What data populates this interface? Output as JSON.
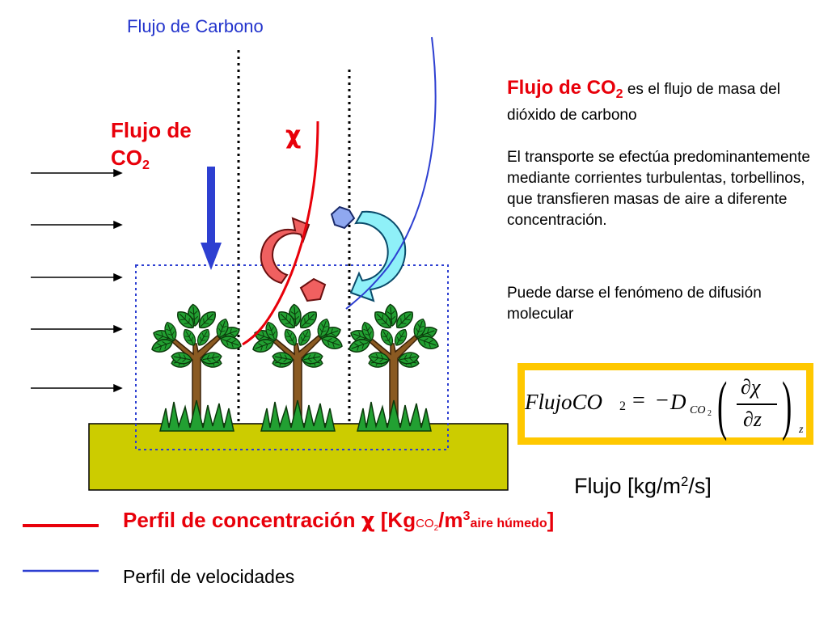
{
  "title_top": "Flujo de Carbono",
  "flow_label": {
    "line1": "Flujo de",
    "line2_main": "CO",
    "line2_sub": "2"
  },
  "chi_symbol": "χ",
  "description": {
    "p1_bold": "Flujo de CO",
    "p1_bold_sub": "2",
    "p1_rest": " es el flujo de masa del dióxido de carbono",
    "p2": "El transporte se efectúa predominantemente mediante corrientes turbulentas, torbellinos, que transfieren masas de aire a diferente concentración.",
    "p3": "Puede darse el fenómeno de difusión molecular"
  },
  "formula": {
    "lhs": "FlujoCO",
    "lhs_sub": "2",
    "equals": "=",
    "minus": "−",
    "coef": "D",
    "coef_sub": "CO",
    "coef_sub2": "2",
    "partial_num": "∂χ",
    "partial_den": "∂z",
    "paren_sub": "z"
  },
  "units": {
    "prefix": "Flujo  [kg/m",
    "sup": "2",
    "suffix": "/s]"
  },
  "legend": {
    "concentration": {
      "label": "Perfil de concentración  ",
      "chi": "χ",
      "unit_open": " [Kg",
      "unit_sub": "CO",
      "unit_sub2": "2",
      "unit_mid": "/m",
      "unit_sup": "3",
      "unit_sub_air": "aire húmedo",
      "unit_close": "]",
      "color": "#e8000a"
    },
    "velocity": {
      "label": "Perfil de velocidades",
      "color": "#2233cc"
    }
  },
  "colors": {
    "ground": "#cccc00",
    "flux_arrow": "#2d3fd1",
    "eddy_red": "#f06060",
    "eddy_cyan": "#8ff0f8",
    "leaf": "#22a032",
    "trunk": "#8a5a22",
    "formula_bg": "#ffc800"
  }
}
